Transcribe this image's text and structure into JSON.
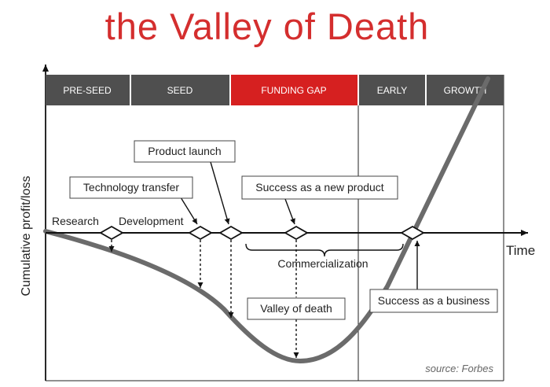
{
  "title": "the Valley of Death",
  "stages": [
    "PRE-SEED",
    "SEED",
    "FUNDING GAP",
    "EARLY",
    "GROWTH"
  ],
  "axes": {
    "y_label": "Cumulative profit/loss",
    "x_label": "Time"
  },
  "labels": {
    "research": "Research",
    "development": "Development",
    "commercialization": "Commercialization",
    "source": "source: Forbes"
  },
  "callouts": {
    "technology_transfer": "Technology transfer",
    "product_launch": "Product launch",
    "success_new_product": "Success as a new product",
    "valley_of_death": "Valley of death",
    "success_business": "Success as a business"
  },
  "colors": {
    "title": "#d42e2e",
    "stage_bg": "#4f4f4f",
    "funding_gap_bg": "#d62020",
    "curve": "#6b6b6b",
    "axis": "#111111"
  }
}
